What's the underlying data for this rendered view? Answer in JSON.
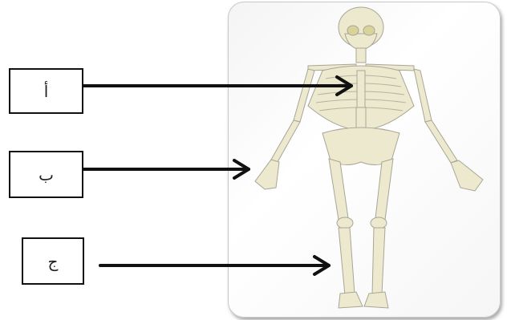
{
  "labels": {
    "a": "أ",
    "b": "ب",
    "c": "ج"
  },
  "colors": {
    "bone": "#ece9cf",
    "bone_outline": "#a8a595",
    "skull_eye": "#d8d39a",
    "arrow": "#111111"
  }
}
